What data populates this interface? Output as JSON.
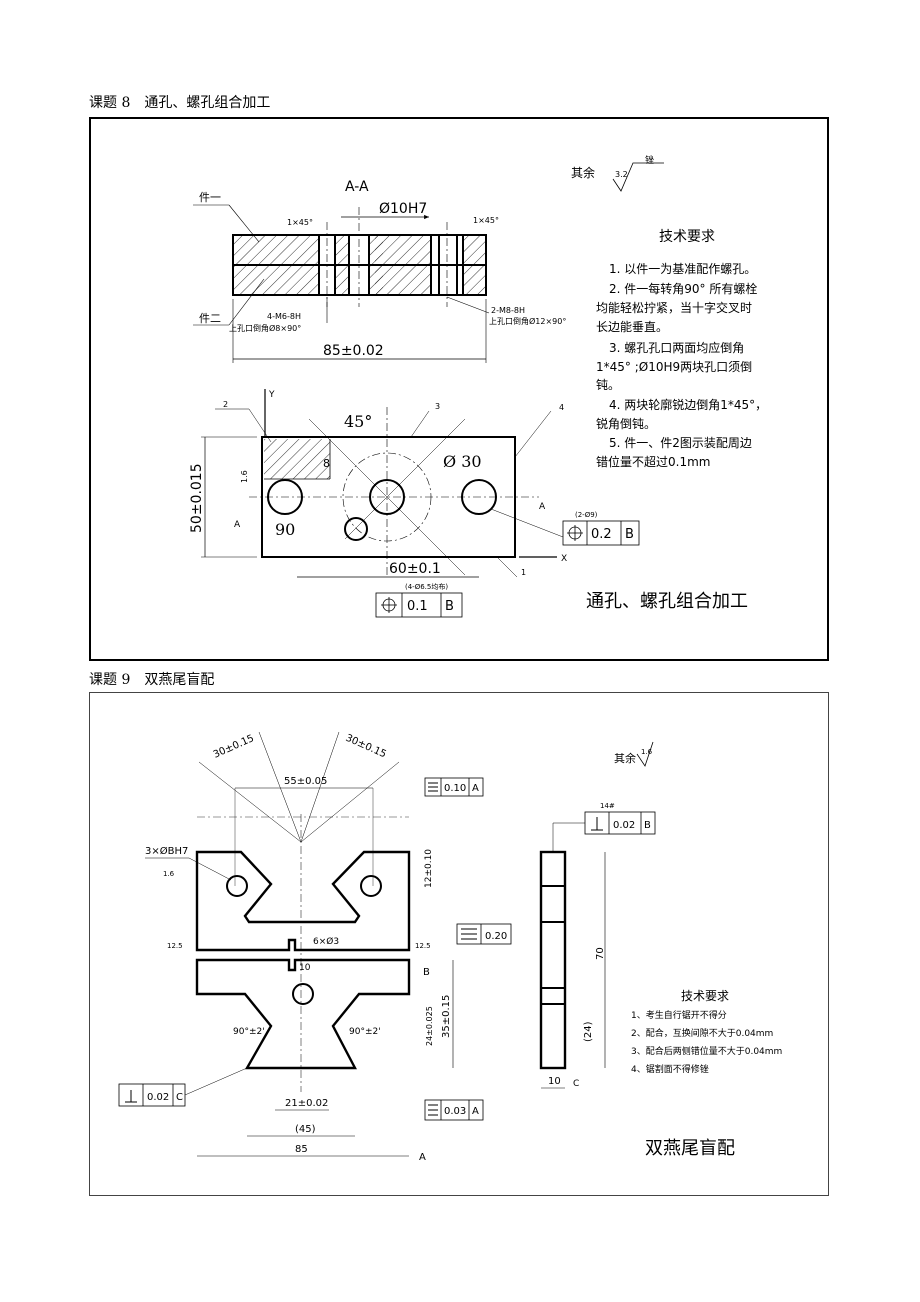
{
  "task8": {
    "heading": "课题 8　通孔、螺孔组合加工",
    "title": "通孔、螺孔组合加工",
    "rest_roughness": "其余",
    "rest_value": "3.2",
    "rest_method": "锉",
    "section_label": "A-A",
    "bore_dim": "Ø10H7",
    "part1": "件一",
    "part2": "件二",
    "chamfer_left": "1×45°",
    "chamfer_right": "1×45°",
    "thread_left": "4-M6-8H",
    "thread_left_note": "上孔口倒角Ø8×90°",
    "thread_right": "2-M8-8H",
    "thread_right_note": "上孔口倒角Ø12×90°",
    "length_dim": "85±0.02",
    "height_dim": "50±0.015",
    "span_dim": "60±0.1",
    "angle45": "45°",
    "angle90": "90",
    "dia30": "Ø 30",
    "dim8": "8",
    "ra16": "1.6",
    "ra32": "3.2",
    "axis_y": "Y",
    "axis_x": "X",
    "section_a": "A",
    "leader1": "1",
    "leader2": "2",
    "leader3": "3",
    "leader4": "4",
    "fcf_note": "(2-Ø9)",
    "fcf_value": "0.2",
    "fcf_datum": "B",
    "fcf2_note": "(4-Ø6.5均布)",
    "fcf2_value": "0.1",
    "fcf2_datum": "B",
    "req_title": "技术要求",
    "requirements": [
      "1. 以件一为基准配作螺孔。",
      "2. 件一每转角90° 所有螺栓",
      "均能轻松拧紧，当十字交叉时",
      "长边能垂直。",
      "3. 螺孔孔口两面均应倒角",
      "1*45° ;Ø10H9两块孔口须倒",
      "钝。",
      "4. 两块轮廓锐边倒角1*45°，",
      "锐角倒钝。",
      "5. 件一、件2图示装配周边",
      "错位量不超过0.1mm"
    ]
  },
  "task9": {
    "heading": "课题 9　双燕尾盲配",
    "title": "双燕尾盲配",
    "rest_roughness": "其余",
    "rest_value": "1.6",
    "dim30a": "30±0.15",
    "dim30b": "30±0.15",
    "dim55": "55±0.05",
    "holes": "3×ØBH7",
    "hole_ra": "1.6",
    "dim12": "12±0.10",
    "dim6x3": "6×Ø3",
    "dim10": "10",
    "ra125a": "12.5",
    "ra125b": "12.5",
    "angle_left": "90°±2'",
    "angle_right": "90°±2'",
    "dim24": "24±0.025",
    "dim35": "35±0.15",
    "dim21": "21±0.02",
    "dim45": "(45)",
    "dim85": "85",
    "datum_a": "A",
    "datum_b": "B",
    "datum_c": "C",
    "fcf_flat_val": "0.10",
    "fcf_flat_datum": "A",
    "fcf_020": "0.20",
    "fcf_perp_val": "0.02",
    "fcf_perp_datum": "C",
    "fcf_flat2_val": "0.03",
    "fcf_flat2_datum": "A",
    "side_note": "14#",
    "side_fcf_val": "0.02",
    "side_fcf_datum": "B",
    "side_70": "70",
    "side_24": "(24)",
    "side_10": "10",
    "req_title": "技术要求",
    "requirements": [
      "1、考生自行锯开不得分",
      "2、配合，互换间隙不大于0.04mm",
      "3、配合后两侧错位量不大于0.04mm",
      "4、锯割面不得修锉"
    ]
  }
}
